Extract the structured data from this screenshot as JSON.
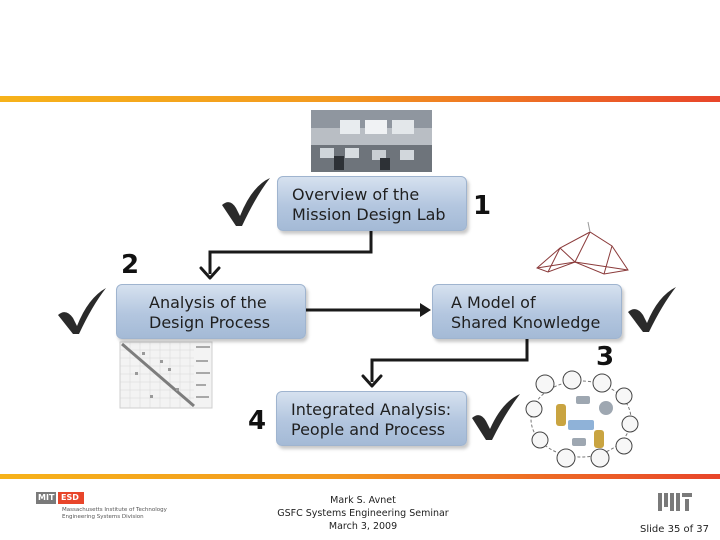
{
  "boxes": {
    "box1": {
      "line1": "Overview of the",
      "line2": "Mission Design Lab"
    },
    "box2": {
      "line1": "Analysis of the",
      "line2": "Design Process"
    },
    "box3": {
      "line1": "A Model of",
      "line2": "Shared Knowledge"
    },
    "box4": {
      "line1": "Integrated Analysis:",
      "line2": "People and Process"
    }
  },
  "numbers": {
    "n1": "1",
    "n2": "2",
    "n3": "3",
    "n4": "4"
  },
  "footer": {
    "logo_left": "MIT",
    "logo_esd": "ESD",
    "logo_line1": "Massachusetts Institute of Technology",
    "logo_line2": "Engineering Systems Division",
    "author": "Mark S. Avnet",
    "seminar": "GSFC Systems Engineering Seminar",
    "date": "March 3, 2009",
    "slide": "Slide 35 of 37",
    "mit_logo": "MIT"
  },
  "colors": {
    "accent_orange": "#f39a1f",
    "accent_red": "#e8452a",
    "box_blue": "#b3c6df",
    "check": "#222222"
  }
}
